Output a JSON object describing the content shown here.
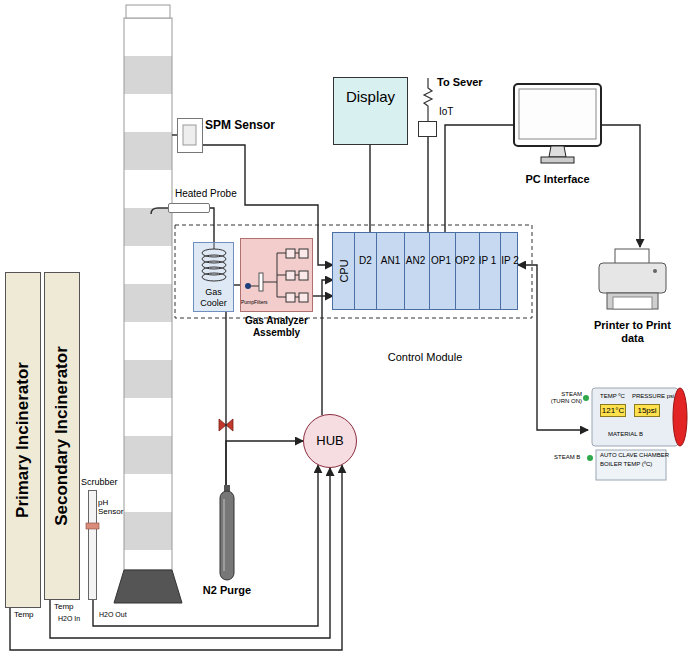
{
  "diagram": {
    "nodes": [
      {
        "text": [
          "Primary Incinerator"
        ]
      },
      {
        "text": [
          "Secondary Incinerator"
        ]
      },
      {
        "text": [
          "Scrubber"
        ]
      },
      {
        "text": [
          "SPM Sensor"
        ]
      },
      {
        "text": [
          "Heated Probe"
        ]
      },
      {
        "text": [
          "Gas Cooler"
        ]
      },
      {
        "text": [
          "Gas Analyzer Assembly"
        ]
      },
      {
        "text": [
          "Control Module"
        ]
      },
      {
        "text": [
          "CPU"
        ],
        "in": 7
      },
      {
        "text": [
          "D2"
        ],
        "in": 7
      },
      {
        "text": [
          "AN1"
        ],
        "in": 7
      },
      {
        "text": [
          "AN2"
        ],
        "in": 7
      },
      {
        "text": [
          "OP1"
        ],
        "in": 7
      },
      {
        "text": [
          "OP2"
        ],
        "in": 7
      },
      {
        "text": [
          "IP 1"
        ],
        "in": 7
      },
      {
        "text": [
          "IP 2"
        ],
        "in": 7
      },
      {
        "text": [
          "Display"
        ]
      },
      {
        "text": [
          "IoT"
        ]
      },
      {
        "text": [
          "PC Interface"
        ]
      },
      {
        "text": [
          "Printer to Print data"
        ]
      },
      {
        "text": [
          "HUB"
        ]
      },
      {
        "text": [
          "N2 Purge"
        ]
      },
      {
        "text": [
          "STEAM (TURN ON)",
          "TEMP ºC",
          "PRESSURE psi",
          "121°C",
          "15psi",
          "MATERIAL B",
          "STEAM B",
          "AUTO CLAVE CHAMBER",
          "BOILER TEMP (ºC)"
        ]
      }
    ],
    "edges": [
      {
        "from": 4,
        "to": 5,
        "arrow": "none"
      },
      {
        "from": 5,
        "to": 6,
        "arrow": "none"
      },
      {
        "from": 6,
        "to": 8,
        "arrow": "to"
      },
      {
        "from": 3,
        "to": 8,
        "arrow": "to"
      },
      {
        "from": 20,
        "to": 8,
        "arrow": "to"
      },
      {
        "from": 21,
        "to": 20,
        "arrow": "to"
      },
      {
        "from": 21,
        "to": 5,
        "arrow": "none"
      },
      {
        "from": 0,
        "to": 20,
        "arrow": "to"
      },
      {
        "from": 1,
        "to": 20,
        "arrow": "to"
      },
      {
        "from": 2,
        "to": 20,
        "arrow": "to"
      },
      {
        "from": 16,
        "to": 7,
        "arrow": "none"
      },
      {
        "from": 17,
        "to": 7,
        "arrow": "none"
      },
      {
        "from": 18,
        "to": 7,
        "arrow": "none"
      },
      {
        "from": 18,
        "to": 19,
        "arrow": "to"
      },
      {
        "from": 7,
        "to": 22,
        "arrow": "both"
      }
    ],
    "labels": [
      "Temp",
      "Temp",
      "H2O In",
      "H2O Out",
      "pH Sensor",
      "Pump",
      "Filters",
      "To Sever"
    ]
  }
}
